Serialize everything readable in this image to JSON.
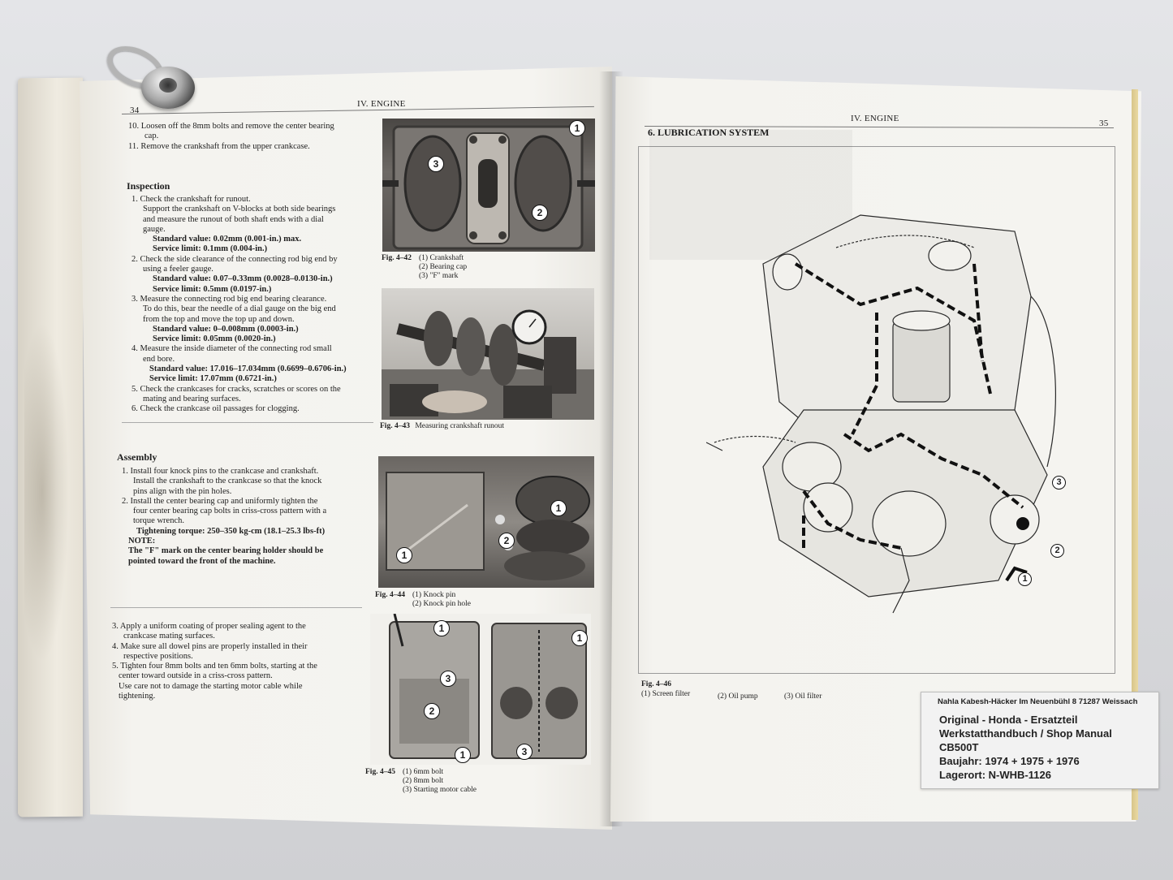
{
  "left_page": {
    "page_number": "34",
    "running_head": "IV. ENGINE",
    "disassembly_steps": [
      "10. Loosen off the 8mm bolts and remove the center   bearing",
      "cap.",
      "11. Remove the crankshaft from the upper crankcase."
    ],
    "inspection": {
      "heading": "Inspection",
      "lines": [
        "1. Check the crankshaft for runout.",
        "Support the crankshaft on V-blocks at both side bearings",
        "and measure the runout of both shaft ends with a dial",
        "gauge.",
        "Standard value:  0.02mm (0.001-in.) max.",
        "Service limit:     0.1mm (0.004-in.)",
        "2. Check the side clearance of the connecting rod big end by",
        "using a feeler gauge.",
        "Standard value:  0.07–0.33mm (0.0028–0.0130-in.)",
        "Service limit:     0.5mm (0.0197-in.)",
        "3. Measure the connecting rod big end bearing clearance.",
        "To do this, bear the needle of a dial gauge on the big end",
        "from the top and move the top up and down.",
        "Standard value:  0–0.008mm (0.0003-in.)",
        "Service limit:     0.05mm (0.0020-in.)",
        "4. Measure the inside diameter of the connecting rod small",
        "end bore.",
        "Standard value:  17.016–17.034mm (0.6699–0.6706-in.)",
        "Service limit:     17.07mm (0.6721-in.)",
        "5. Check the crankcases for cracks, scratches or scores on the",
        "mating and bearing surfaces.",
        "6. Check the crankcase oil passages for clogging."
      ]
    },
    "assembly": {
      "heading": "Assembly",
      "lines": [
        "1. Install four knock pins to the crankcase and crankshaft.",
        "Install the crankshaft to the crankcase so that the knock",
        "pins align with the pin holes.",
        "2. Install the center bearing cap and uniformly tighten the",
        "four center bearing cap bolts in criss-cross pattern with a",
        "torque wrench.",
        "Tightening torque:  250–350 kg-cm  (18.1–25.3 lbs-ft)",
        "NOTE:",
        "The \"F\" mark on the center bearing holder should be",
        "pointed toward the front of the machine."
      ]
    },
    "sealing": {
      "lines": [
        "3. Apply a uniform coating of proper sealing agent to the",
        "crankcase mating surfaces.",
        "4. Make sure all dowel pins are properly installed in their",
        "respective positions.",
        "5. Tighten four 8mm bolts and ten 6mm bolts, starting at the",
        "center toward outside in a criss-cross pattern.",
        "Use care not to damage the starting motor cable while",
        "tightening."
      ]
    },
    "figures": {
      "fig42": {
        "label": "Fig. 4–42",
        "items": [
          "(1) Crankshaft",
          "(2) Bearing cap",
          "(3) \"F\" mark"
        ]
      },
      "fig43": {
        "label": "Fig. 4–43",
        "caption": "Measuring crankshaft runout"
      },
      "fig44": {
        "label": "Fig. 4–44",
        "items": [
          "(1) Knock pin",
          "(2) Knock pin hole"
        ]
      },
      "fig45": {
        "label": "Fig. 4–45",
        "items": [
          "(1) 6mm bolt",
          "(2) 8mm bolt",
          "(3) Starting motor cable"
        ]
      }
    },
    "callouts": [
      "1",
      "2",
      "3"
    ]
  },
  "right_page": {
    "running_head": "IV. ENGINE",
    "page_number": "35",
    "section_title": "6. LUBRICATION SYSTEM",
    "fig46": {
      "label": "Fig. 4–46",
      "items": [
        "(1) Screen filter",
        "(2) Oil pump",
        "(3) Oil filter"
      ]
    },
    "callouts": [
      "3",
      "2",
      "1"
    ]
  },
  "sticker": {
    "address": "Nahla Kabesh-Häcker  Im Neuenbühl 8  71287 Weissach",
    "lines": [
      "Original - Honda - Ersatzteil",
      "Werkstatthandbuch / Shop Manual",
      "CB500T",
      "Baujahr: 1974 + 1975 + 1976",
      "Lagerort: N-WHB-1126"
    ]
  },
  "colors": {
    "paper": "#f4f3ef",
    "ink": "#1e1e1e",
    "photo": "#5c5955",
    "oil_path": "#111111"
  }
}
